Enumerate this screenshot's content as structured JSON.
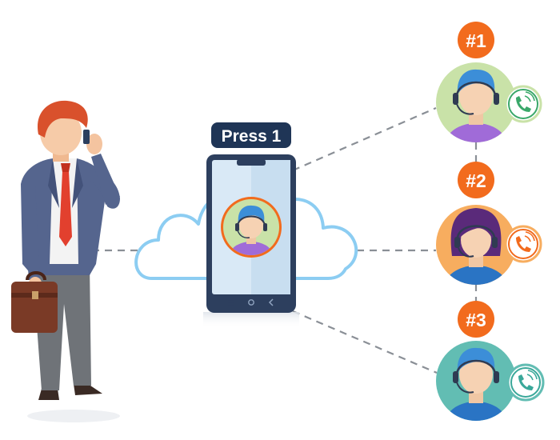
{
  "phone": {
    "badge_label": "Press 1",
    "nav_icons": [
      "menu-icon",
      "home-icon",
      "back-icon"
    ]
  },
  "agents": [
    {
      "label": "#1",
      "headset": "headset-icon",
      "call_icon": "phone-call-icon"
    },
    {
      "label": "#2",
      "headset": "headset-icon",
      "call_icon": "phone-call-icon"
    },
    {
      "label": "#3",
      "headset": "headset-icon",
      "call_icon": "phone-call-icon"
    }
  ],
  "colors": {
    "badge_orange": "#f26b1d",
    "press_badge": "#1f3556",
    "cloud_stroke": "#8ccdf2",
    "agent1_bg": "#c9e2a8",
    "agent2_bg": "#f7ad5f",
    "agent3_bg": "#62bdb3",
    "call_icon_green": "#3aa86a"
  }
}
